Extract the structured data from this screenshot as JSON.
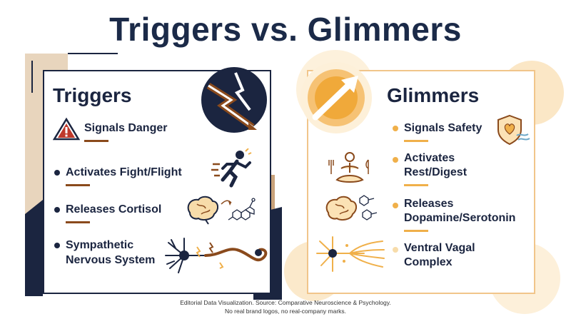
{
  "title": "Triggers vs. Glimmers",
  "triggers": {
    "heading": "Triggers",
    "items": [
      {
        "label": "Signals Danger"
      },
      {
        "label": "Activates Fight/Flight"
      },
      {
        "label": "Releases Cortisol"
      },
      {
        "label_line1": "Sympathetic",
        "label_line2": "Nervous System"
      }
    ]
  },
  "glimmers": {
    "heading": "Glimmers",
    "items": [
      {
        "label": "Signals Safety"
      },
      {
        "label_line1": "Activates",
        "label_line2": "Rest/Digest"
      },
      {
        "label_line1": "Releases",
        "label_line2": "Dopamine/Serotonin"
      },
      {
        "label_line1": "Ventral Vagal",
        "label_line2": "Complex"
      }
    ]
  },
  "footer": {
    "line1": "Editorial Data Visualization. Source: Comparative Neuroscience & Psychology.",
    "line2": "No real brand logos, no real-company marks."
  },
  "colors": {
    "navy": "#1b2540",
    "rust": "#8a4a1c",
    "gold": "#f0b04a",
    "peach": "#f7dcaa"
  }
}
